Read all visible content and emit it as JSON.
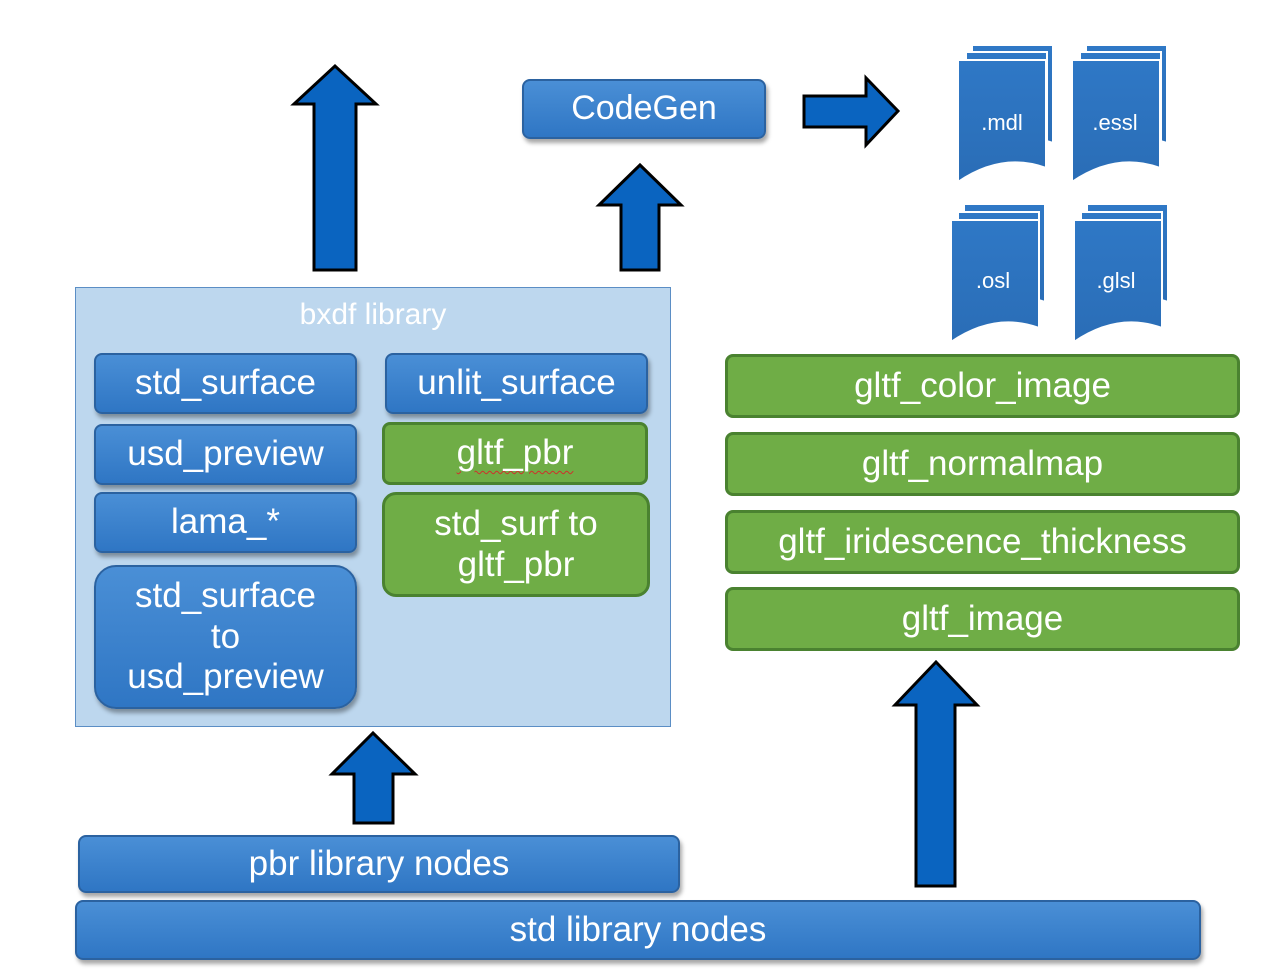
{
  "codegen": {
    "label": "CodeGen"
  },
  "outputs": [
    ".mdl",
    ".essl",
    ".osl",
    ".glsl"
  ],
  "bxdf_library": {
    "title": "bxdf library",
    "std_surface": "std_surface",
    "usd_preview": "usd_preview",
    "lama": "lama_*",
    "std_to_usd": [
      "std_surface",
      "to",
      "usd_preview"
    ],
    "unlit_surface": "unlit_surface",
    "gltf_pbr": "gltf_pbr",
    "std_surf_to_gltf": [
      "std_surf to",
      "gltf_pbr"
    ]
  },
  "gltf_nodes": [
    "gltf_color_image",
    "gltf_normalmap",
    "gltf_iridescence_thickness",
    "gltf_image"
  ],
  "pbr_library": {
    "label": "pbr library nodes"
  },
  "std_library": {
    "label": "std library nodes"
  },
  "colors": {
    "blue": "#2f76c4",
    "green": "#6fad46",
    "panel": "#bdd7ee",
    "arrow": "#0a64c0"
  }
}
